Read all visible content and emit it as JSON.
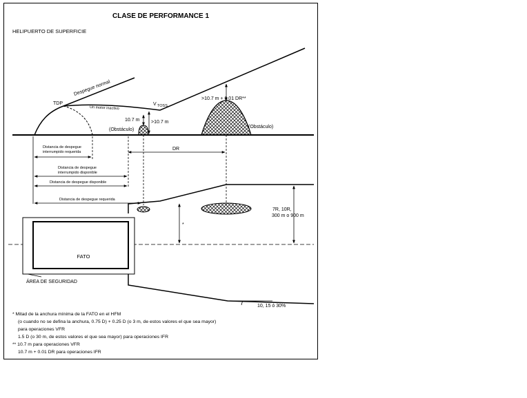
{
  "title": "CLASE DE PERFORMANCE 1",
  "subtitle": "HELIPUERTO DE SUPERFICIE",
  "profile": {
    "tdp": "TDP",
    "normal_takeoff": "Despegue normal",
    "engine_out": "Un motor inactivo",
    "vtoss_v": "V",
    "vtoss_sub": "TOSS",
    "clearance_near": "10.7 m",
    "clearance_gt": ">10.7 m",
    "obstacle_left": "(Obstáculo)",
    "obstacle_right": "(Obstáculo)",
    "clearance_far": ">10.7 m + 0.01 DR**",
    "dr": "DR"
  },
  "distances": {
    "rejected_required_1": "Distancia de despegue",
    "rejected_required_2": "interrumpido requerida",
    "rejected_available_1": "Distancia de despegue",
    "rejected_available_2": "interrumpido disponible",
    "takeoff_available": "Distancia de despegue disponible",
    "takeoff_required": "Distancia de despegue requerida"
  },
  "plan": {
    "asterisk": "*",
    "width_1": "7R, 10R,",
    "width_2": "300 m o 900 m",
    "fato": "FATO",
    "safety_area": "ÁREA DE SEGURIDAD",
    "divergence": "10, 15 ó 30%"
  },
  "notes": [
    "*   Mitad de la anchura mínima de la FATO en el HFM",
    "(o cuando no se defina la anchura, 0.75 D) + 0.25 D (o 3 m, de estos valores el que sea mayor)",
    "para operaciones VFR",
    "1.5 D (o 30 m, de estos valores el que sea mayor) para operaciones IFR",
    "** 10.7 m para operaciones VFR",
    "10.7 m + 0.01 DR para operaciones IFR"
  ]
}
